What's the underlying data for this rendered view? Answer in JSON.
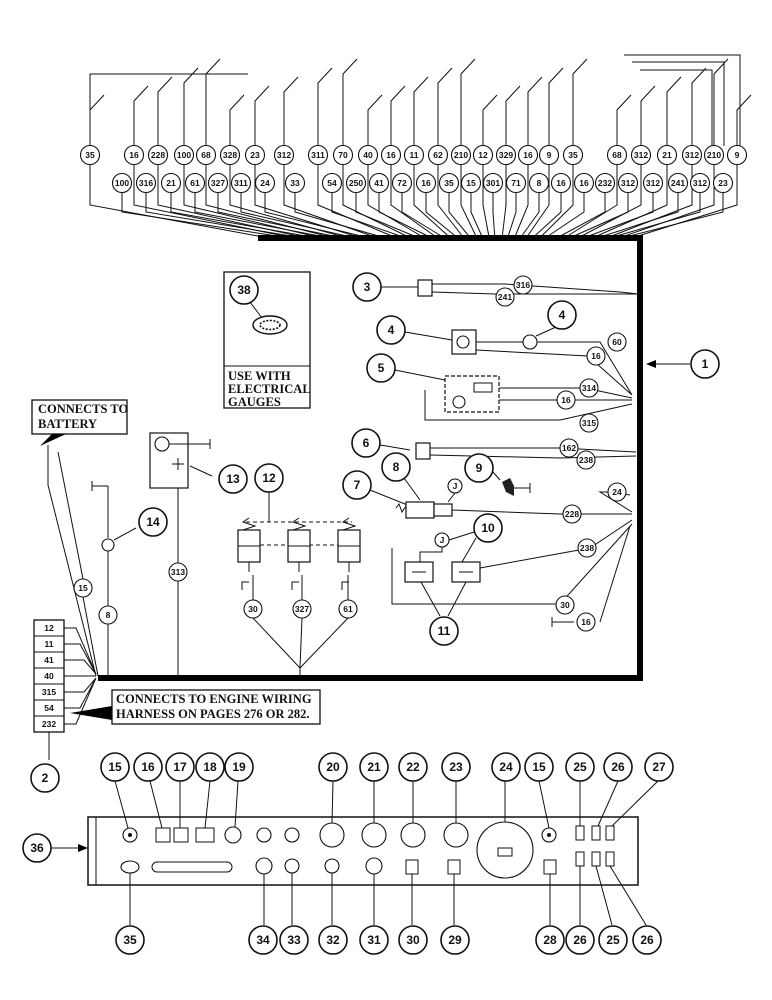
{
  "notes": {
    "electrical_gauges": [
      "USE WITH",
      "ELECTRICAL",
      "GAUGES"
    ],
    "battery": [
      "CONNECTS TO",
      "BATTERY"
    ],
    "engine_harness": [
      "CONNECTS TO ENGINE WIRING",
      "HARNESS ON PAGES 276 OR 282."
    ]
  },
  "top_wires": {
    "upper_row": [
      "35",
      "16",
      "228",
      "100",
      "68",
      "328",
      "23",
      "312",
      "311",
      "70",
      "40",
      "16",
      "11",
      "62",
      "210",
      "12",
      "329",
      "16",
      "9",
      "35",
      "68",
      "312",
      "21",
      "312",
      "210",
      "9"
    ],
    "lower_row": [
      "100",
      "316",
      "21",
      "61",
      "327",
      "311",
      "24",
      "33",
      "54",
      "250",
      "41",
      "72",
      "16",
      "35",
      "15",
      "301",
      "71",
      "8",
      "16",
      "16",
      "232",
      "312",
      "312",
      "241",
      "312",
      "23"
    ]
  },
  "connector_block": [
    "12",
    "11",
    "41",
    "40",
    "315",
    "54",
    "232"
  ],
  "wire_labels": {
    "w316": "316",
    "w241": "241",
    "w60": "60",
    "w16a": "16",
    "w314": "314",
    "w16b": "16",
    "w315": "315",
    "w162": "162",
    "w238a": "238",
    "w24": "24",
    "w228": "228",
    "w238b": "238",
    "w30a": "30",
    "w16c": "16",
    "w313": "313",
    "w15": "15",
    "w8": "8",
    "w30b": "30",
    "w327": "327",
    "w61": "61"
  },
  "callouts": {
    "c1": "1",
    "c2": "2",
    "c3": "3",
    "c4a": "4",
    "c4b": "4",
    "c5": "5",
    "c6": "6",
    "c7": "7",
    "c8": "8",
    "c9": "9",
    "c10": "10",
    "c11": "11",
    "c12": "12",
    "c13": "13",
    "c14": "14",
    "c36": "36",
    "c38": "38",
    "c15a": "15",
    "c16": "16",
    "c17": "17",
    "c18": "18",
    "c19": "19",
    "c20": "20",
    "c21": "21",
    "c22": "22",
    "c23": "23",
    "c24": "24",
    "c15b": "15",
    "c25a": "25",
    "c26a": "26",
    "c27": "27",
    "c35": "35",
    "c34": "34",
    "c33": "33",
    "c32": "32",
    "c31": "31",
    "c30": "30",
    "c29": "29",
    "c28": "28",
    "c26b": "26",
    "c25b": "25",
    "c26c": "26"
  }
}
